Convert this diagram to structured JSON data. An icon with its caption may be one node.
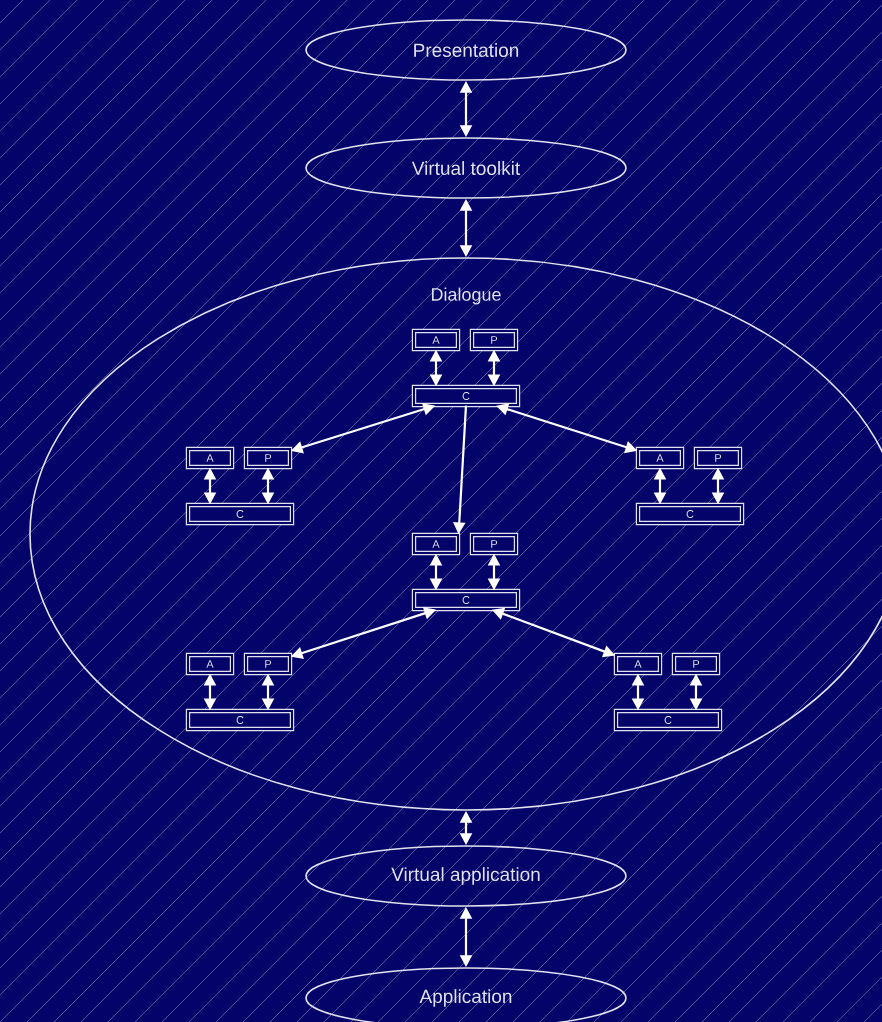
{
  "diagram": {
    "nodes": [
      {
        "text": [
          "Presentation"
        ]
      },
      {
        "text": [
          "Virtual toolkit"
        ]
      },
      {
        "text": [
          "Dialogue"
        ]
      },
      {
        "text": [
          "A"
        ],
        "in": 2
      },
      {
        "text": [
          "P"
        ],
        "in": 2
      },
      {
        "text": [
          "C"
        ],
        "in": 2
      },
      {
        "text": [
          "A"
        ],
        "in": 2
      },
      {
        "text": [
          "P"
        ],
        "in": 2
      },
      {
        "text": [
          "C"
        ],
        "in": 2
      },
      {
        "text": [
          "A"
        ],
        "in": 2
      },
      {
        "text": [
          "P"
        ],
        "in": 2
      },
      {
        "text": [
          "C"
        ],
        "in": 2
      },
      {
        "text": [
          "A"
        ],
        "in": 2
      },
      {
        "text": [
          "P"
        ],
        "in": 2
      },
      {
        "text": [
          "C"
        ],
        "in": 2
      },
      {
        "text": [
          "A"
        ],
        "in": 2
      },
      {
        "text": [
          "P"
        ],
        "in": 2
      },
      {
        "text": [
          "C"
        ],
        "in": 2
      },
      {
        "text": [
          "A"
        ],
        "in": 2
      },
      {
        "text": [
          "P"
        ],
        "in": 2
      },
      {
        "text": [
          "C"
        ],
        "in": 2
      },
      {
        "text": [
          "Virtual application"
        ]
      },
      {
        "text": [
          "Application"
        ]
      }
    ],
    "edges": [
      {
        "from": 0,
        "to": 1,
        "arrow": "both"
      },
      {
        "from": 1,
        "to": 2,
        "arrow": "both"
      },
      {
        "from": 3,
        "to": 5,
        "arrow": "both"
      },
      {
        "from": 4,
        "to": 5,
        "arrow": "both"
      },
      {
        "from": 5,
        "to": 7,
        "arrow": "both"
      },
      {
        "from": 5,
        "to": 9,
        "arrow": "both"
      },
      {
        "from": 6,
        "to": 8,
        "arrow": "both"
      },
      {
        "from": 7,
        "to": 8,
        "arrow": "both"
      },
      {
        "from": 9,
        "to": 11,
        "arrow": "both"
      },
      {
        "from": 10,
        "to": 11,
        "arrow": "both"
      },
      {
        "from": 5,
        "to": 12,
        "arrow": "to"
      },
      {
        "from": 12,
        "to": 14,
        "arrow": "both"
      },
      {
        "from": 13,
        "to": 14,
        "arrow": "both"
      },
      {
        "from": 14,
        "to": 16,
        "arrow": "both"
      },
      {
        "from": 14,
        "to": 18,
        "arrow": "both"
      },
      {
        "from": 15,
        "to": 17,
        "arrow": "both"
      },
      {
        "from": 16,
        "to": 17,
        "arrow": "both"
      },
      {
        "from": 18,
        "to": 20,
        "arrow": "both"
      },
      {
        "from": 19,
        "to": 20,
        "arrow": "both"
      },
      {
        "from": 2,
        "to": 21,
        "arrow": "both"
      },
      {
        "from": 21,
        "to": 22,
        "arrow": "both"
      }
    ]
  }
}
